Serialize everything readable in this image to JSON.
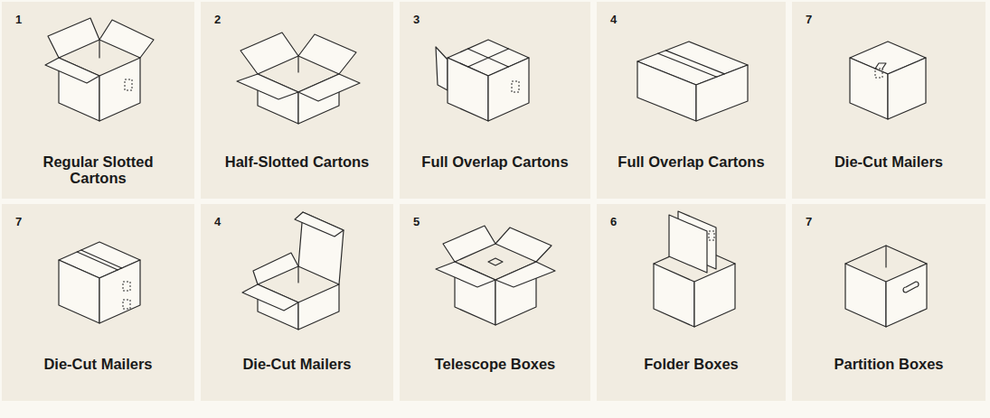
{
  "diagram": {
    "nodes": [
      {
        "text": [
          "1",
          "Regular Slotted Cartons"
        ]
      },
      {
        "text": [
          "2",
          "Half-Slotted Cartons"
        ]
      },
      {
        "text": [
          "3",
          "Full Overlap Cartons"
        ]
      },
      {
        "text": [
          "4",
          "Full Overlap Cartons"
        ]
      },
      {
        "text": [
          "7",
          "Die-Cut Mailers"
        ]
      },
      {
        "text": [
          "7",
          "Die-Cut Mailers"
        ]
      },
      {
        "text": [
          "4",
          "Die-Cut Mailers"
        ]
      },
      {
        "text": [
          "5",
          "Telescope Boxes"
        ]
      },
      {
        "text": [
          "6",
          "Folder Boxes"
        ]
      },
      {
        "text": [
          "7",
          "Partition Boxes"
        ]
      }
    ]
  }
}
